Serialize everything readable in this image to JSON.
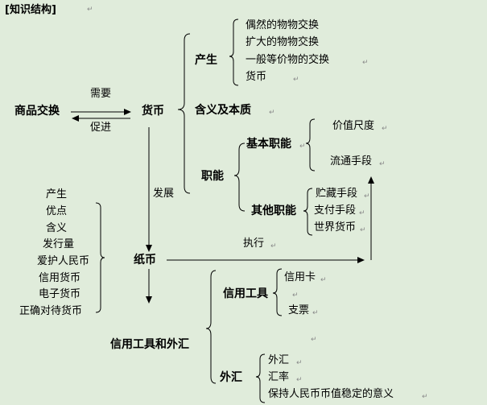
{
  "title": "[知识结构]",
  "goods_exchange": "商品交换",
  "need": "需要",
  "promote": "促进",
  "currency": "货币",
  "origin": {
    "label": "产生",
    "items": [
      "偶然的物物交换",
      "扩大的物物交换",
      "一般等价物的交换",
      "货币"
    ]
  },
  "meaning_essence": "含义及本质",
  "functions": {
    "label": "职能",
    "basic": {
      "label": "基本职能",
      "items": [
        "价值尺度",
        "流通手段"
      ]
    },
    "other": {
      "label": "其他职能",
      "items": [
        "贮藏手段",
        "支付手段",
        "世界货币"
      ]
    }
  },
  "develop": "发展",
  "execute": "执行",
  "paper_money": "纸币",
  "paper_topics": [
    "产生",
    "优点",
    "含义",
    "发行量",
    "爱护人民币",
    "信用货币",
    "电子货币",
    "正确对待货币"
  ],
  "credit_and_fx": "信用工具和外汇",
  "credit_tools": {
    "label": "信用工具",
    "items": [
      "信用卡",
      "支票"
    ]
  },
  "fx": {
    "label": "外汇",
    "items": [
      "外汇",
      "汇率",
      "保持人民币币值稳定的意义"
    ]
  }
}
